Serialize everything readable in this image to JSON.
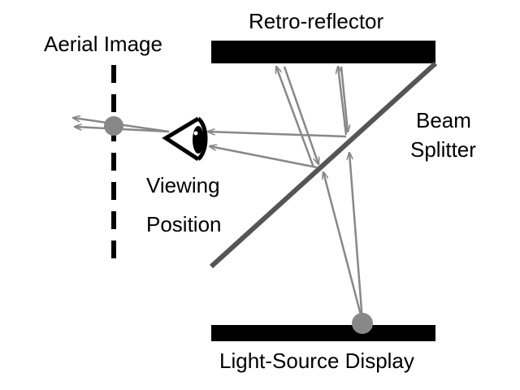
{
  "labels": {
    "aerial_image": "Aerial Image",
    "retro_reflector": "Retro-reflector",
    "beam": "Beam",
    "splitter": "Splitter",
    "viewing": "Viewing",
    "position": "Position",
    "light_source_display": "Light-Source Display"
  },
  "colors": {
    "component": "#000000",
    "beam_splitter": "#555555",
    "ray": "#888888",
    "point": "#888888"
  }
}
